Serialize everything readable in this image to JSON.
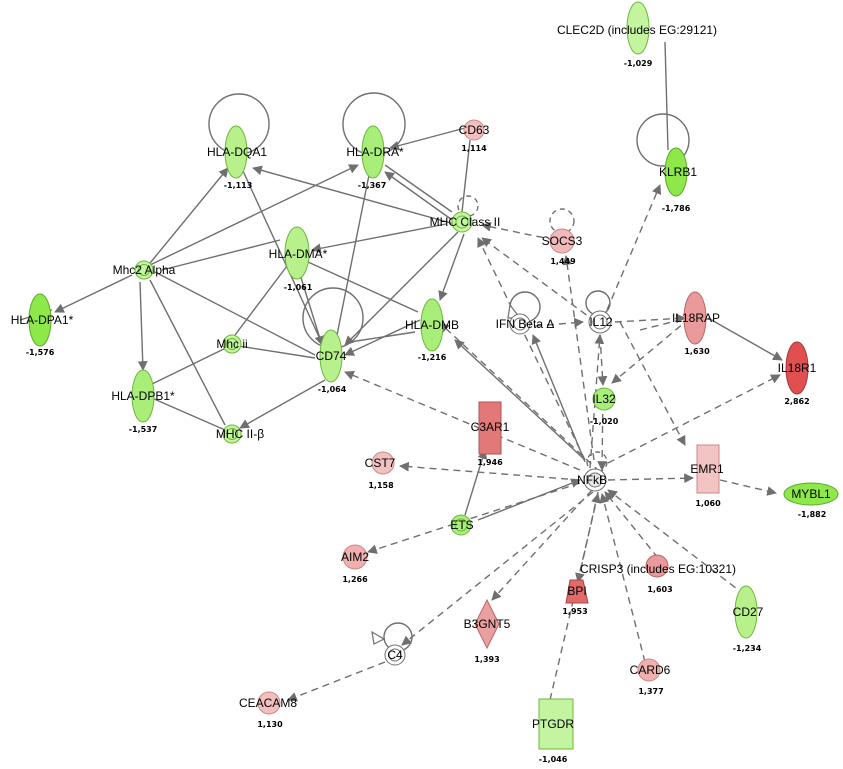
{
  "colors": {
    "up_strong": "#e05050",
    "up_mid": "#ea8a8a",
    "up_light": "#f2c0c0",
    "down_strong": "#8ee84a",
    "down_light": "#c4f4a0",
    "neutral": "#ffffff",
    "edge": "#6f6f6f"
  },
  "nodes": [
    {
      "id": "HLA-DQA1",
      "label": "HLA-DQA1",
      "value": "-1,113"
    },
    {
      "id": "HLA-DRA",
      "label": "HLA-DRA*",
      "value": "-1,367"
    },
    {
      "id": "CD63",
      "label": "CD63",
      "value": "1,114"
    },
    {
      "id": "MHCII",
      "label": "MHC Class II",
      "value": ""
    },
    {
      "id": "SOCS3",
      "label": "SOCS3",
      "value": "1,449"
    },
    {
      "id": "CLEC2D",
      "label": "CLEC2D (includes EG:29121)",
      "value": "-1,029"
    },
    {
      "id": "KLRB1",
      "label": "KLRB1",
      "value": "-1,786"
    },
    {
      "id": "HLA-DMA",
      "label": "HLA-DMA*",
      "value": "-1,061"
    },
    {
      "id": "Mhc2Alpha",
      "label": "Mhc2 Alpha",
      "value": ""
    },
    {
      "id": "HLA-DPA1",
      "label": "HLA-DPA1*",
      "value": "-1,576"
    },
    {
      "id": "MhcII",
      "label": "Mhc ii",
      "value": ""
    },
    {
      "id": "CD74",
      "label": "CD74",
      "value": "-1,064"
    },
    {
      "id": "HLA-DMB",
      "label": "HLA-DMB",
      "value": "-1,216"
    },
    {
      "id": "IFNB",
      "label": "IFN Beta Δ",
      "value": ""
    },
    {
      "id": "IL12",
      "label": "IL12",
      "value": ""
    },
    {
      "id": "IL18RAP",
      "label": "IL18RAP",
      "value": "1,630"
    },
    {
      "id": "IL18R1",
      "label": "IL18R1",
      "value": "2,862"
    },
    {
      "id": "HLA-DPB1",
      "label": "HLA-DPB1*",
      "value": "-1,537"
    },
    {
      "id": "MhcIIB",
      "label": "MHC II-β",
      "value": ""
    },
    {
      "id": "IL32",
      "label": "IL32",
      "value": "-1,020"
    },
    {
      "id": "C3AR1",
      "label": "C3AR1",
      "value": "1,946"
    },
    {
      "id": "CST7",
      "label": "CST7",
      "value": "1,158"
    },
    {
      "id": "NFkB",
      "label": "NFkB",
      "value": ""
    },
    {
      "id": "EMR1",
      "label": "EMR1",
      "value": "1,060"
    },
    {
      "id": "MYBL1",
      "label": "MYBL1",
      "value": "-1,882"
    },
    {
      "id": "ETS",
      "label": "ETS",
      "value": ""
    },
    {
      "id": "AIM2",
      "label": "AIM2",
      "value": "1,266"
    },
    {
      "id": "CRISP3",
      "label": "CRISP3 (includes EG:10321)",
      "value": "1,603"
    },
    {
      "id": "BPI",
      "label": "BPI",
      "value": "1,953"
    },
    {
      "id": "CD27",
      "label": "CD27",
      "value": "-1,234"
    },
    {
      "id": "B3GNT5",
      "label": "B3GNT5",
      "value": "1,393"
    },
    {
      "id": "C4",
      "label": "C4",
      "value": ""
    },
    {
      "id": "CARD6",
      "label": "CARD6",
      "value": "1,377"
    },
    {
      "id": "CEACAM8",
      "label": "CEACAM8",
      "value": "1,130"
    },
    {
      "id": "PTGDR",
      "label": "PTGDR",
      "value": "-1,046"
    }
  ]
}
